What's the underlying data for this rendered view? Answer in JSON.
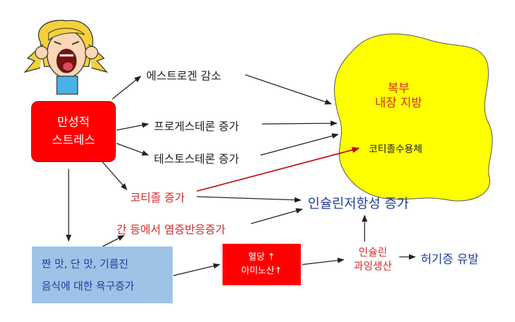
{
  "colors": {
    "stress_box": "#ff0000",
    "craving_box": "#9dc3e6",
    "sugar_box": "#ff0000",
    "fat_blob": "#ffff00",
    "red_text": "#d42a2a",
    "blue_text": "#1f3c9c",
    "dark_arrow": "#222222",
    "red_arrow": "#c00000"
  },
  "nodes": {
    "stress": {
      "line1": "만성적",
      "line2": "스트레스"
    },
    "estrogen": "에스트로겐 감소",
    "progesterone": "프로게스테론 증가",
    "testosterone": "테스토스테론 증가",
    "cortisol": "코티졸 증가",
    "inflammation": "간 등에서 염증반응증가",
    "craving": {
      "line1": "짠 맛, 단 맛, 기름진",
      "line2": "음식에 대한 욕구증가"
    },
    "sugar": {
      "line1": "혈당 ↑",
      "line2": "아미노산↑"
    },
    "insulin_over": {
      "line1": "인슐린",
      "line2": "과잉생산"
    },
    "hunger": "허기증 유발",
    "insulin_resistance": "인슐린저항성 증가",
    "abdominal_fat": {
      "line1": "복부",
      "line2": "내장 지방"
    },
    "cortisol_receptor": "코티졸수용체"
  },
  "illustration": {
    "icon": "screaming-girl-icon"
  }
}
